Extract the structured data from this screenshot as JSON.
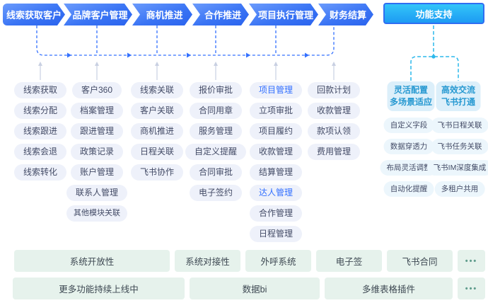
{
  "flow": {
    "steps": [
      "线索获取客户",
      "品牌客户管理",
      "商机推进",
      "合作推进",
      "项目执行管理",
      "财务结算"
    ],
    "support_button": "功能支持"
  },
  "modules": {
    "lead": [
      "线索获取",
      "线索分配",
      "线索跟进",
      "线索会退",
      "线索转化"
    ],
    "customer": [
      "客户360",
      "档案管理",
      "跟进管理",
      "政策记录",
      "账户管理",
      "联系人管理",
      "其他模块关联"
    ],
    "opportunity": [
      "线索关联",
      "客户关联",
      "商机推进",
      "日程关联",
      "飞书协作"
    ],
    "cooperation": [
      "报价审批",
      "合同用章",
      "服务管理",
      "自定义提醒",
      "合同审批",
      "电子签约"
    ],
    "project": [
      "项目管理",
      "立项审批",
      "项目履约",
      "收款管理",
      "结算管理",
      "达人管理",
      "合作管理",
      "日程管理"
    ],
    "finance": [
      "回款计划",
      "收款管理",
      "款项认领",
      "费用管理"
    ]
  },
  "highlighted_modules": [
    "项目管理",
    "达人管理"
  ],
  "support": {
    "headers": [
      {
        "line1": "灵活配置",
        "line2": "多场景适应"
      },
      {
        "line1": "高效交流",
        "line2": "飞书打通"
      }
    ],
    "flexible_items": [
      "自定义字段",
      "数据穿透力",
      "布局灵活调整",
      "自动化提醒"
    ],
    "feishu_items": [
      "飞书日程关联",
      "飞书任务关联",
      "飞书IM深度集成",
      "多租户共用"
    ]
  },
  "bottom": {
    "row1": [
      "系统开放性",
      "系统对接性",
      "外呼系统",
      "电子签",
      "飞书合同",
      "•••"
    ],
    "row2": [
      "更多功能持续上线中",
      "数据bi",
      "多维表格插件",
      "•••"
    ]
  },
  "colors": {
    "flow_blue": "#3671f3",
    "support_cyan": "#24b2f0",
    "support_border_blue": "#2f6ef2",
    "accent_blue": "#3370ff",
    "pill_bg": "#eef1fa",
    "support_pill_bg": "#ecf6fc",
    "support_header_text": "#2799d1",
    "bottom_bg": "#e6f2ec",
    "connector_blue": "#3370ff",
    "connector_cyan": "#2cb8ec",
    "connector_gray": "#c9d0e2"
  }
}
